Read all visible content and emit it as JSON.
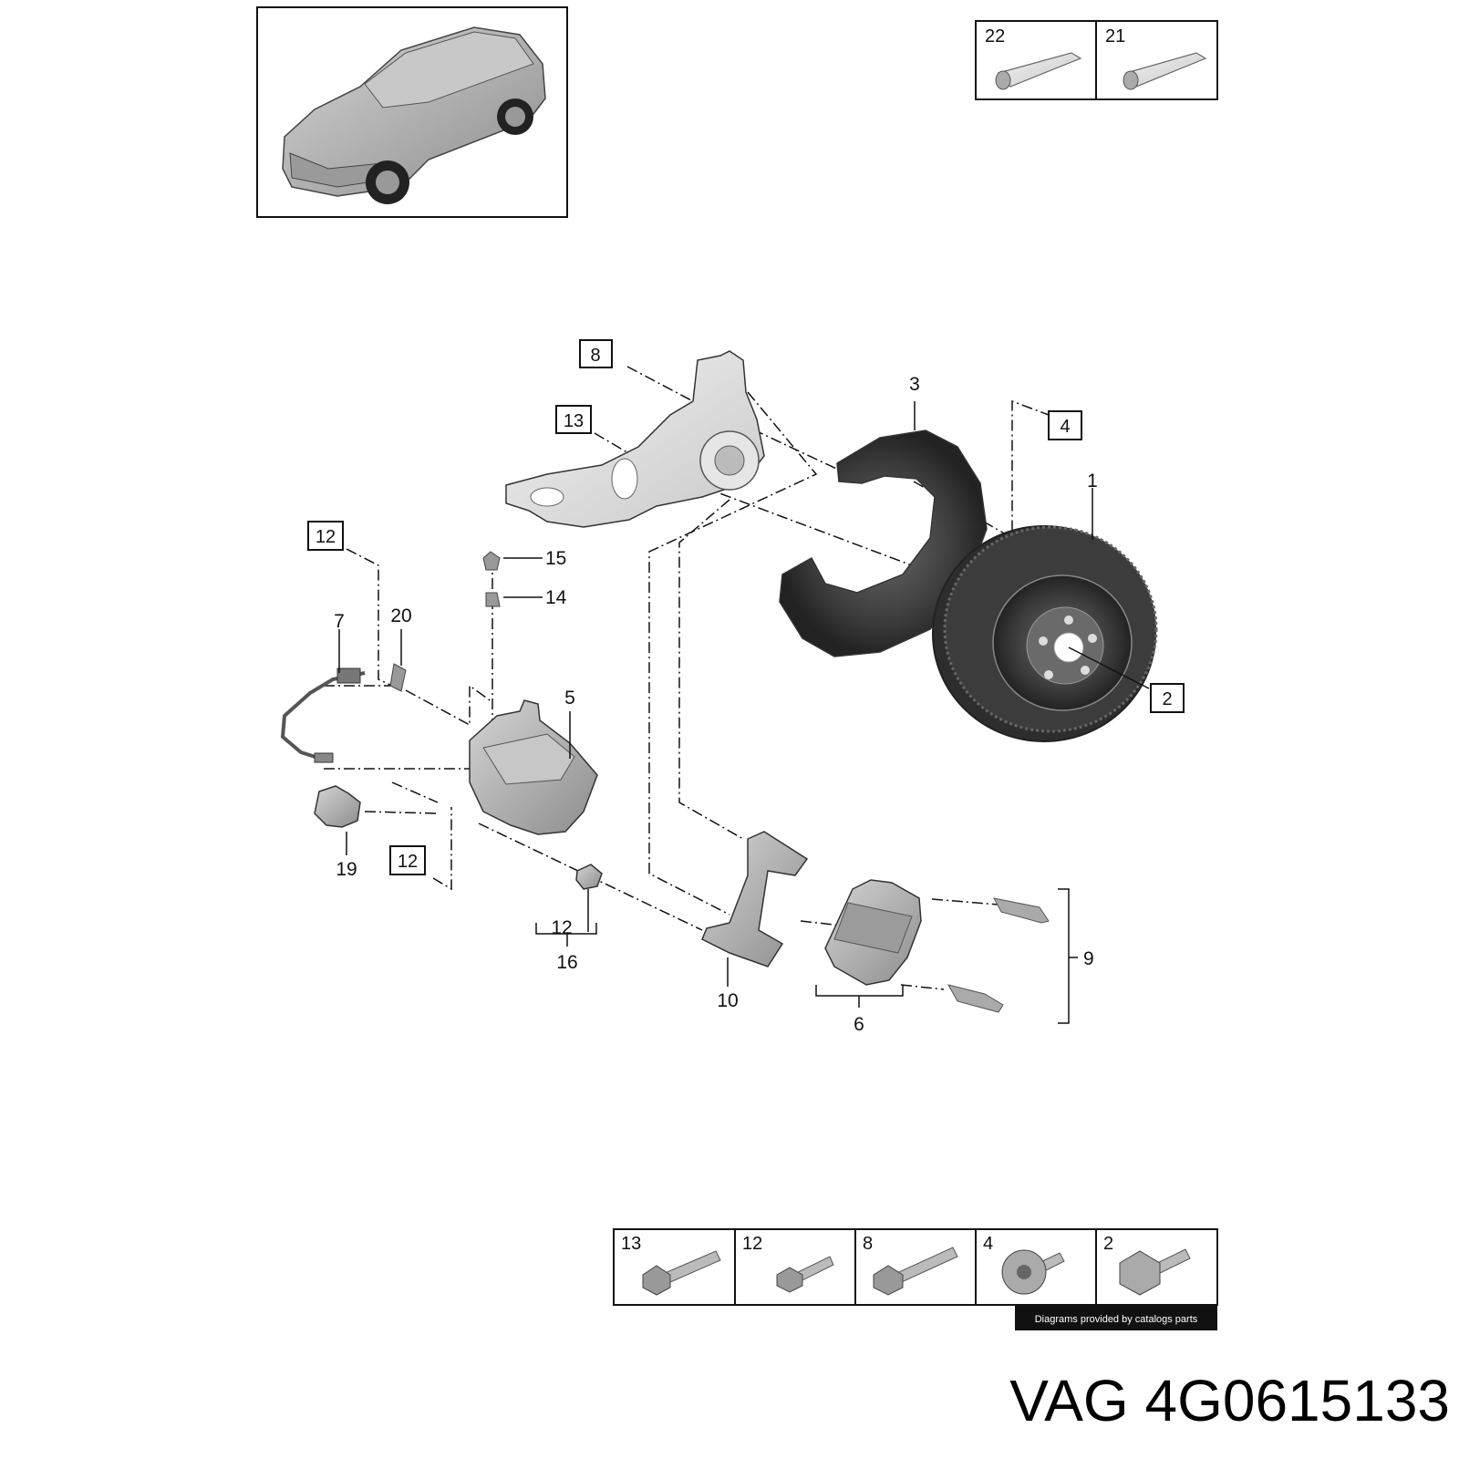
{
  "inset_top": {
    "cells": [
      "22",
      "21"
    ]
  },
  "inset_bottom": {
    "cells": [
      "13",
      "12",
      "8",
      "4",
      "2"
    ]
  },
  "callouts": {
    "c1": "1",
    "c2": "2",
    "c3": "3",
    "c4": "4",
    "c5": "5",
    "c6": "6",
    "c7": "7",
    "c8": "8",
    "c9": "9",
    "c10": "10",
    "c12a": "12",
    "c12b": "12",
    "c12c": "12",
    "c13": "13",
    "c14": "14",
    "c15": "15",
    "c16": "16",
    "c19": "19",
    "c20": "20"
  },
  "credit": "Diagrams provided by catalogs parts",
  "title": "VAG 4G0615133",
  "icons": [
    "car-illustration",
    "grease-tube-icon",
    "bolt-icon",
    "brake-disc",
    "caliper",
    "brake-pad"
  ],
  "colors": {
    "part_fill": "#b5b5b5",
    "part_light": "#d8d8d8",
    "dark": "#3a3a3a",
    "credit_bg": "#111111"
  }
}
